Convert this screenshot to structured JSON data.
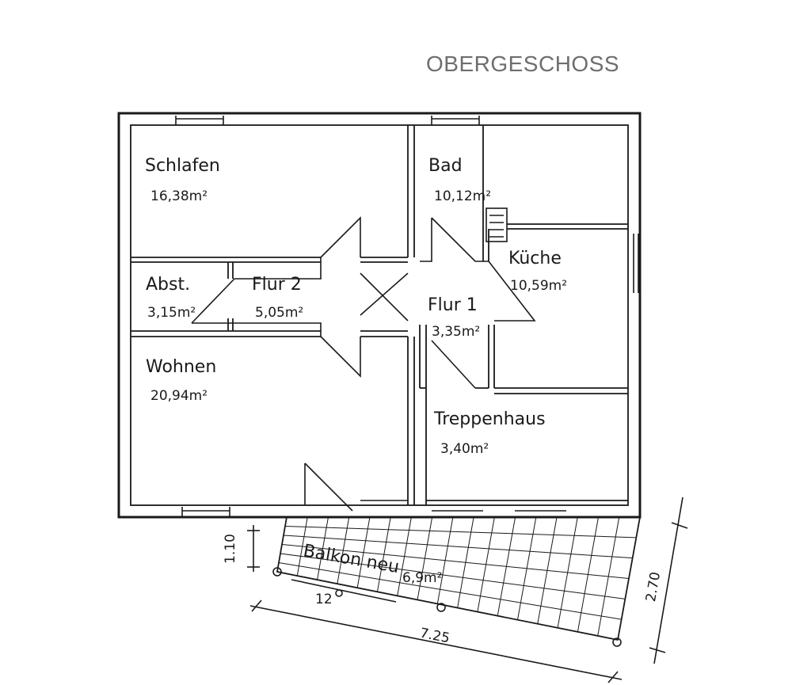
{
  "title": "OBERGESCHOSS",
  "rooms": {
    "schlafen": {
      "name": "Schlafen",
      "area": "16,38m²"
    },
    "bad": {
      "name": "Bad",
      "area": "10,12m²"
    },
    "kueche": {
      "name": "Küche",
      "area": "10,59m²"
    },
    "abst": {
      "name": "Abst.",
      "area": "3,15m²"
    },
    "flur2": {
      "name": "Flur 2",
      "area": "5,05m²"
    },
    "flur1": {
      "name": "Flur 1",
      "area": "3,35m²"
    },
    "wohnen": {
      "name": "Wohnen",
      "area": "20,94m²"
    },
    "treppenhaus": {
      "name": "Treppenhaus",
      "area": "3,40m²"
    },
    "balkon": {
      "name": "Balkon neu",
      "area": "6,9m²"
    }
  },
  "dimensions": {
    "balkon_depth": "1.10",
    "balkon_side": "2.70",
    "balkon_width": "7.25",
    "angle": "12"
  }
}
